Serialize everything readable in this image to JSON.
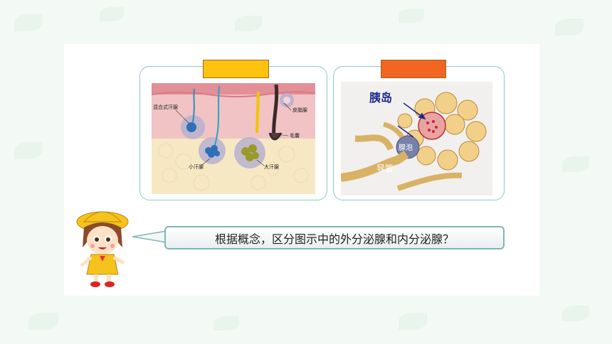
{
  "question": "根据概念，区分图示中的外分泌腺和内分泌腺？",
  "left_panel": {
    "label_color": "#ffc20e",
    "labels": {
      "mixed_gland": "混合式汗腺",
      "sebaceous": "皮脂腺",
      "hair_follicle": "毛囊",
      "small_sweat": "小汗腺",
      "large_sweat": "大汗腺"
    }
  },
  "right_panel": {
    "label_color": "#f26522",
    "labels": {
      "islet": "胰岛",
      "acinus": "腺泡",
      "duct": "导管"
    }
  },
  "colors": {
    "teal_border": "#8cc7c9",
    "skin_pink": "#e8a3a8",
    "fat_cream": "#f7e8c4"
  }
}
